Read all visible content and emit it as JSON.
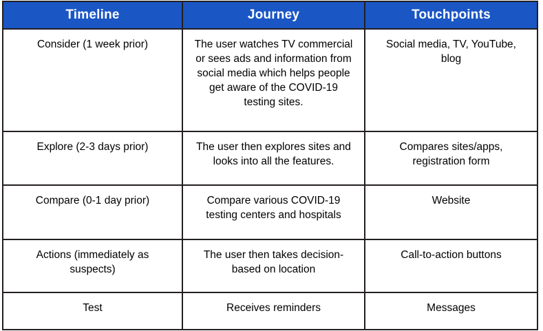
{
  "table": {
    "name": "customer-journey-map",
    "accent_color": "#1a56c4",
    "header_text_color": "#ffffff",
    "border_color": "#231f20",
    "body_text_color": "#000000",
    "columns": [
      {
        "key": "timeline",
        "label": "Timeline"
      },
      {
        "key": "journey",
        "label": "Journey"
      },
      {
        "key": "touchpoints",
        "label": "Touchpoints"
      }
    ],
    "rows": [
      {
        "id": "consider",
        "timeline": "Consider (1 week prior)",
        "journey": "The user watches TV commercial or sees ads and information from social media which helps people get aware of the COVID-19 testing sites.",
        "touchpoints": "Social media, TV, YouTube, blog"
      },
      {
        "id": "explore",
        "timeline": "Explore (2-3 days prior)",
        "journey": "The user then explores sites and looks into all the features.",
        "touchpoints": "Compares sites/apps, registration form"
      },
      {
        "id": "compare",
        "timeline": "Compare (0-1 day prior)",
        "journey": "Compare various COVID-19 testing centers and hospitals",
        "touchpoints": "Website"
      },
      {
        "id": "actions",
        "timeline": "Actions (immediately as suspects)",
        "journey": "The user then takes decision-based on location",
        "touchpoints": "Call-to-action buttons"
      },
      {
        "id": "test",
        "timeline": "Test",
        "journey": "Receives reminders",
        "touchpoints": "Messages"
      }
    ]
  }
}
